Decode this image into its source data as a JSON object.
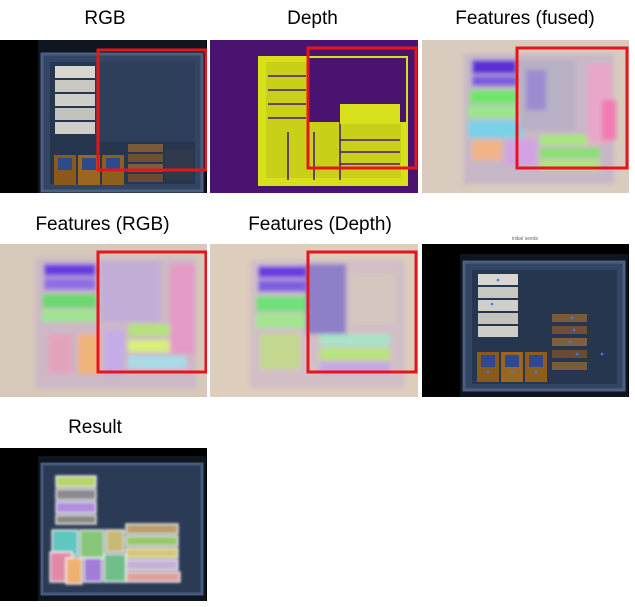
{
  "figure": {
    "panels": [
      {
        "id": "rgb",
        "caption": "RGB"
      },
      {
        "id": "depth",
        "caption": "Depth"
      },
      {
        "id": "fused",
        "caption": "Features (fused)"
      },
      {
        "id": "feat-rgb",
        "caption": "Features (RGB)"
      },
      {
        "id": "feat-depth",
        "caption": "Features (Depth)"
      },
      {
        "id": "seeds",
        "caption": "initial seeds"
      },
      {
        "id": "result",
        "caption": "Result"
      }
    ],
    "colors": {
      "highlight_box": "#e8141b",
      "depth_background": "#4a1370",
      "depth_foreground": "#d7e01a",
      "feature_background": "#d9cbbd"
    }
  }
}
